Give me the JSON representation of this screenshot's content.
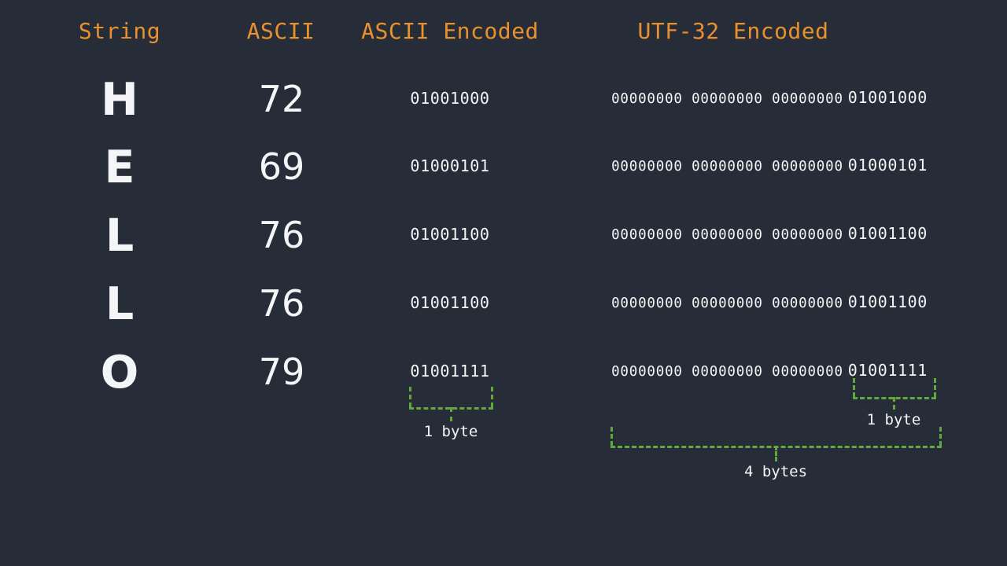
{
  "page": {
    "background_color": "#272d38",
    "accent_color": "#e8912d",
    "text_color": "#f3f5f7",
    "bracket_color": "#64a83c"
  },
  "headers": {
    "string": "String",
    "ascii": "ASCII",
    "ascii_encoded": "ASCII Encoded",
    "utf32_encoded": "UTF-32 Encoded"
  },
  "rows": [
    {
      "char": "H",
      "ascii": "72",
      "ascii_encoded": "01001000",
      "utf32_padding": "00000000 00000000 00000000",
      "utf32_payload": "01001000"
    },
    {
      "char": "E",
      "ascii": "69",
      "ascii_encoded": "01000101",
      "utf32_padding": "00000000 00000000 00000000",
      "utf32_payload": "01000101"
    },
    {
      "char": "L",
      "ascii": "76",
      "ascii_encoded": "01001100",
      "utf32_padding": "00000000 00000000 00000000",
      "utf32_payload": "01001100"
    },
    {
      "char": "L",
      "ascii": "76",
      "ascii_encoded": "01001100",
      "utf32_padding": "00000000 00000000 00000000",
      "utf32_payload": "01001100"
    },
    {
      "char": "O",
      "ascii": "79",
      "ascii_encoded": "01001111",
      "utf32_padding": "00000000 00000000 00000000",
      "utf32_payload": "01001111"
    }
  ],
  "annotations": {
    "ascii_one_byte": "1 byte",
    "utf32_one_byte": "1 byte",
    "utf32_four_bytes": "4 bytes"
  }
}
